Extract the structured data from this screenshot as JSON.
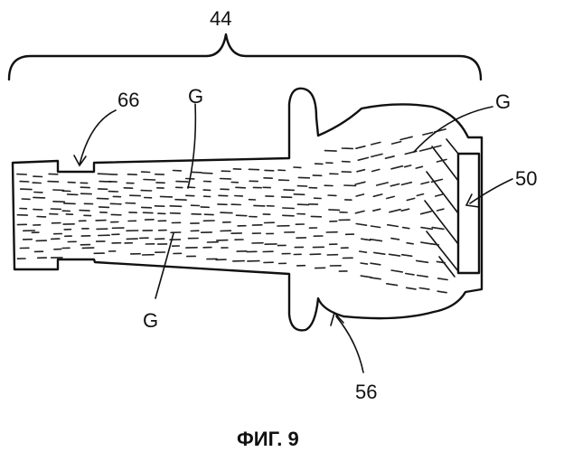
{
  "labels": {
    "assembly": "44",
    "groove": "66",
    "grain_top_left": "G",
    "grain_top_right": "G",
    "grain_bottom": "G",
    "insert": "50",
    "flange": "56"
  },
  "caption": "ФИГ. 9"
}
